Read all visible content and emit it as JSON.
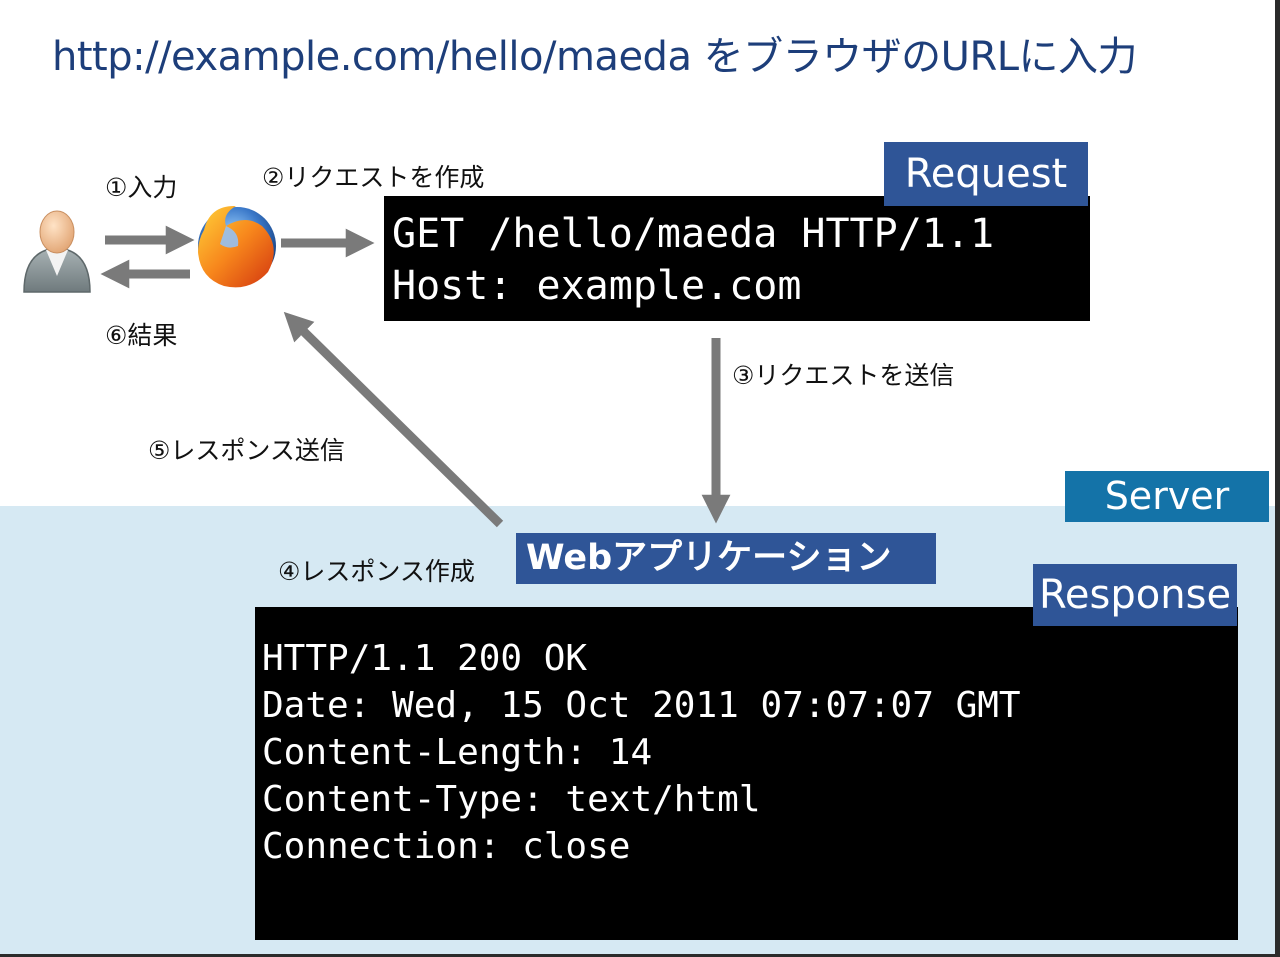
{
  "title": "http://example.com/hello/maeda をブラウザのURLに入力",
  "steps": {
    "input": "①入力",
    "create_request": "②リクエストを作成",
    "send_request": "③リクエストを送信",
    "create_response": "④レスポンス作成",
    "send_response": "⑤レスポンス送信",
    "result": "⑥結果"
  },
  "labels": {
    "request": "Request",
    "server": "Server",
    "web_app": "Webアプリケーション",
    "response": "Response"
  },
  "request_lines": [
    "GET /hello/maeda HTTP/1.1",
    "Host: example.com"
  ],
  "response_lines": [
    "HTTP/1.1 200 OK",
    "Date: Wed, 15 Oct 2011 07:07:07 GMT",
    "Content-Length: 14",
    "Content-Type: text/html",
    "Connection: close"
  ],
  "colors": {
    "title": "#1d3e7a",
    "tag_bg": "#2f5597",
    "server_tag_bg": "#1473a8",
    "server_zone": "#d6e9f3",
    "arrow": "#7a7a7a"
  },
  "icons": [
    "user-icon",
    "firefox-icon"
  ]
}
